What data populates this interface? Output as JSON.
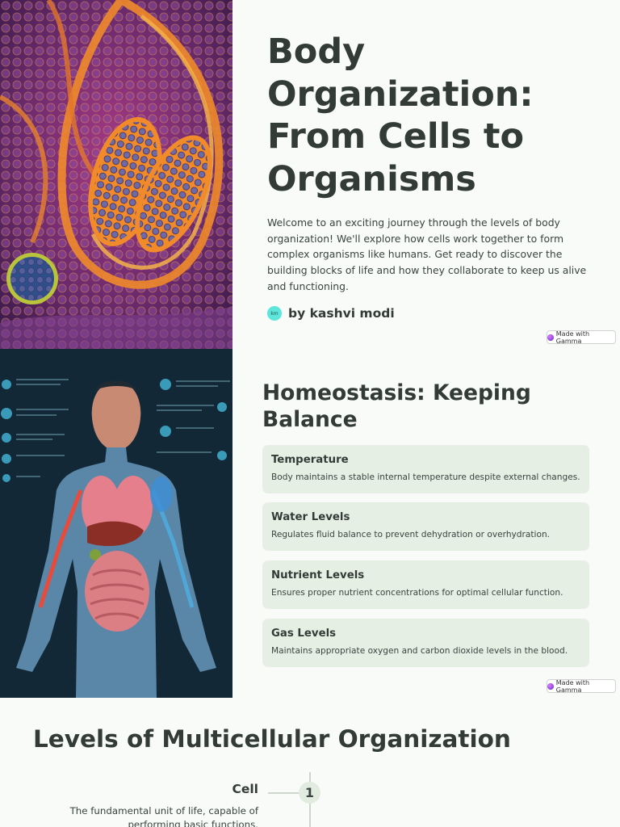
{
  "slides": [
    {
      "title": "Body Organization: From Cells to Organisms",
      "body": "Welcome to an exciting journey through the levels of body organization! We'll explore how cells work together to form complex organisms like humans. Get ready to discover the building blocks of life and how they collaborate to keep us alive and functioning.",
      "author": {
        "avatar_text": "km",
        "name": "by kashvi modi"
      },
      "badge": "Made with Gamma",
      "image_icon": "cell-tissue-illustration"
    },
    {
      "title": "Homeostasis: Keeping Balance",
      "image_icon": "human-anatomy-illustration",
      "cards": [
        {
          "title": "Temperature",
          "desc": "Body maintains a stable internal temperature despite external changes."
        },
        {
          "title": "Water Levels",
          "desc": "Regulates fluid balance to prevent dehydration or overhydration."
        },
        {
          "title": "Nutrient Levels",
          "desc": "Ensures proper nutrient concentrations for optimal cellular function."
        },
        {
          "title": "Gas Levels",
          "desc": "Maintains appropriate oxygen and carbon dioxide levels in the blood."
        }
      ],
      "badge": "Made with Gamma"
    },
    {
      "title": "Levels of Multicellular Organization",
      "timeline": [
        {
          "number": "1",
          "label": "Cell",
          "desc": "The fundamental unit of life, capable of performing basic functions."
        }
      ]
    }
  ],
  "colors": {
    "background": "#f8fbf7",
    "card": "#e6efe4",
    "text": "#333b37",
    "avatar": "#5ee6da"
  }
}
